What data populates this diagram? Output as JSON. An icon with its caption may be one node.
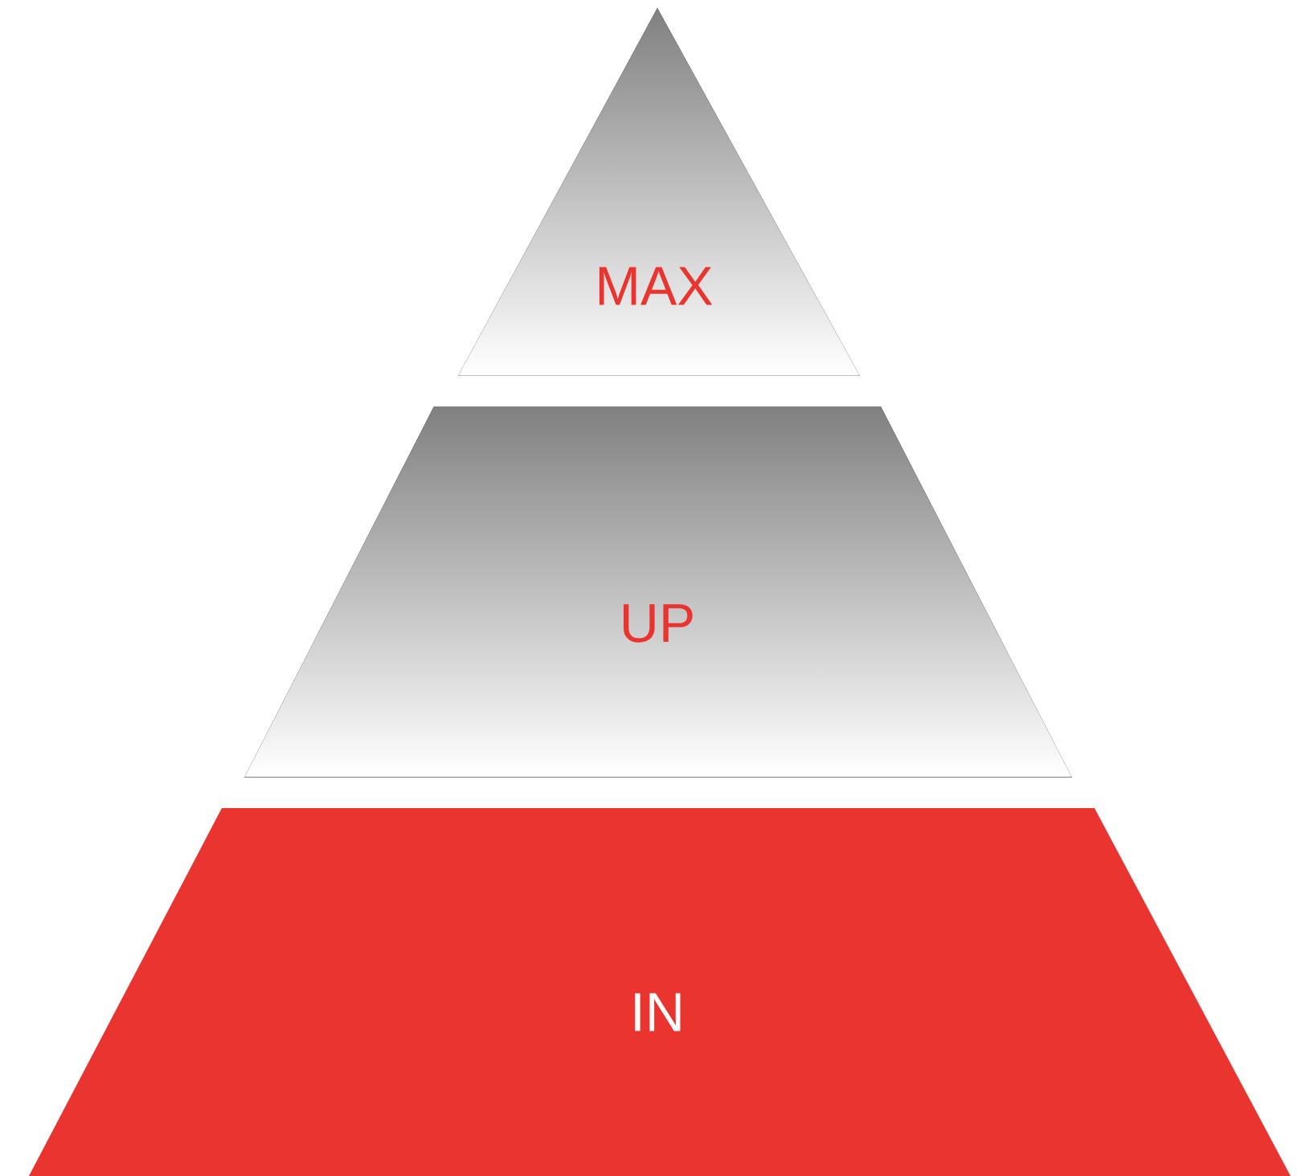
{
  "diagram": {
    "nodes": [
      {
        "text": [
          "MAX"
        ]
      },
      {
        "text": [
          "UP"
        ]
      },
      {
        "text": [
          "IN"
        ]
      }
    ]
  }
}
